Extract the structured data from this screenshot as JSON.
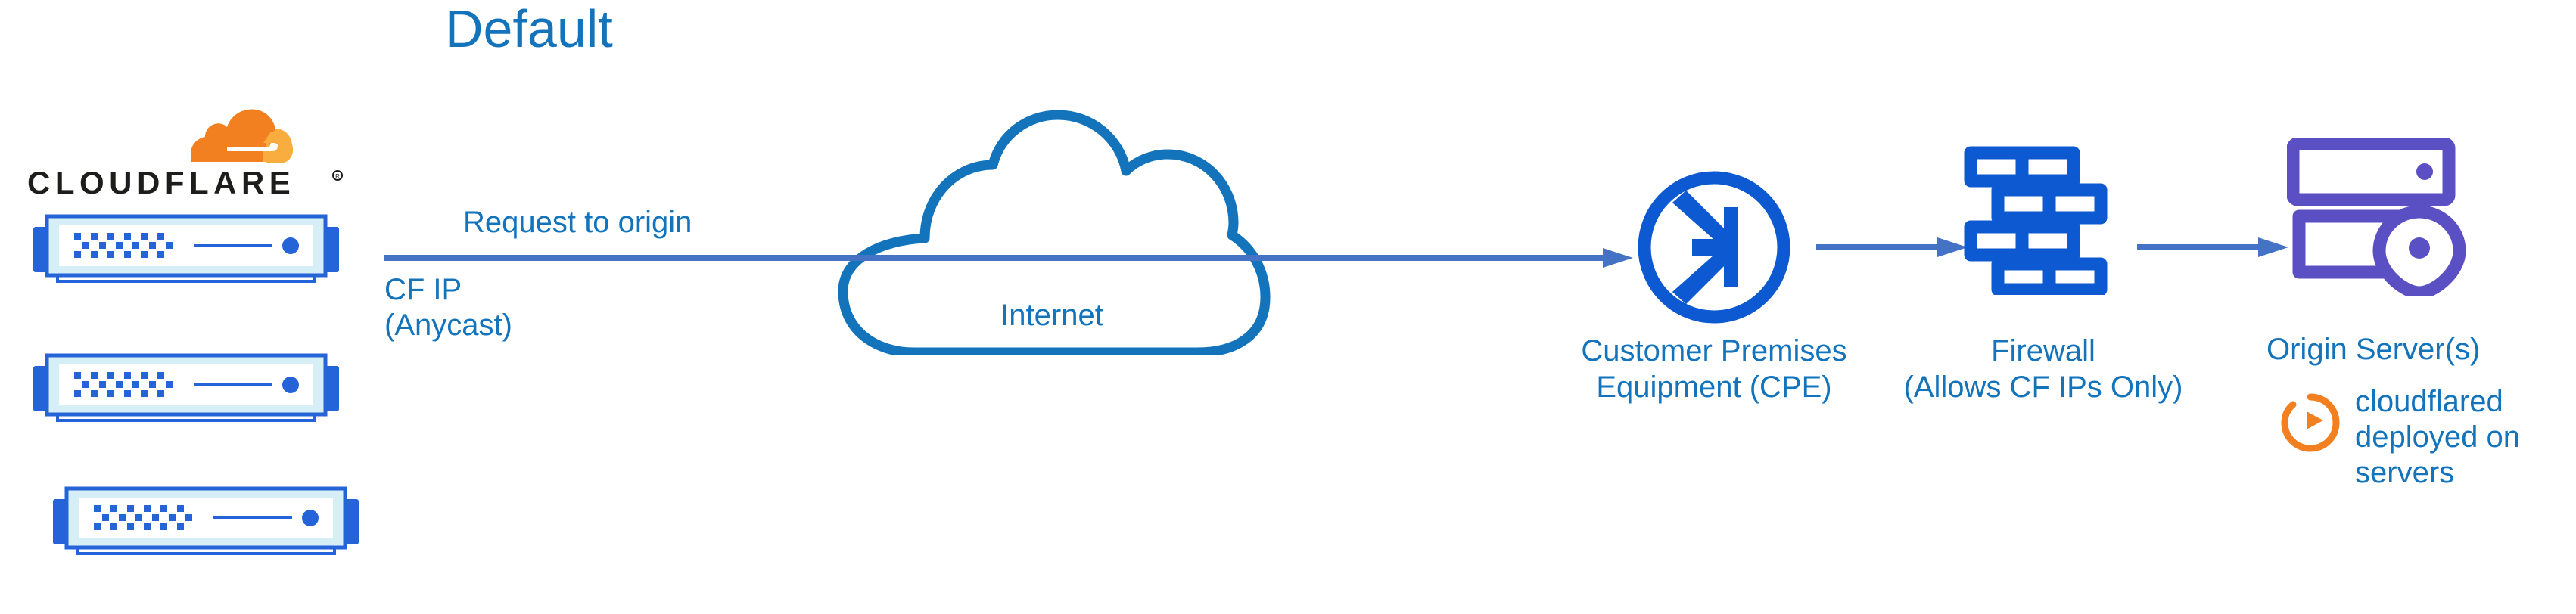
{
  "diagram": {
    "title": "Default",
    "colors": {
      "heading_blue": "#1373bb",
      "label_blue": "#1373bb",
      "arrow_blue": "#4472c4",
      "icon_blue": "#0d59d1",
      "cloud_outline_blue": "#1373bb",
      "origin_purple": "#5b4fc4",
      "cloudflare_orange_dark": "#f38020",
      "cloudflare_orange_light": "#faad3f",
      "wordmark_black": "#1d1d1b",
      "device_body": "#d6eef5",
      "device_border": "#2563d8"
    },
    "brand": {
      "logo_icon": "cloudflare-cloud-icon",
      "wordmark": "CLOUDFLARE",
      "registered_mark": "®"
    },
    "edge_devices": {
      "icon": "network-switch-icon",
      "count": 3,
      "items": [
        {
          "name": "cloudflare-edge-device-1"
        },
        {
          "name": "cloudflare-edge-device-2"
        },
        {
          "name": "cloudflare-edge-device-3"
        }
      ]
    },
    "flow": {
      "request_label": "Request to origin",
      "source_ip_label_line1": "CF IP",
      "source_ip_label_line2": "(Anycast)"
    },
    "nodes": [
      {
        "id": "internet",
        "label": "Internet",
        "icon": "cloud-outline-icon"
      },
      {
        "id": "cpe",
        "label_line1": "Customer Premises",
        "label_line2": "Equipment (CPE)",
        "icon": "router-icon"
      },
      {
        "id": "firewall",
        "label_line1": "Firewall",
        "label_line2": "(Allows CF IPs Only)",
        "icon": "brick-wall-icon"
      },
      {
        "id": "origin",
        "label": "Origin Server(s)",
        "icon": "server-rack-location-icon"
      }
    ],
    "annotation": {
      "icon": "refresh-sync-icon",
      "line1": "cloudflared",
      "line2": "deployed on",
      "line3": "servers"
    },
    "connectors": [
      {
        "name": "arrow-cloudflare-to-cpe"
      },
      {
        "name": "arrow-cpe-to-firewall"
      },
      {
        "name": "arrow-firewall-to-origin"
      }
    ]
  }
}
